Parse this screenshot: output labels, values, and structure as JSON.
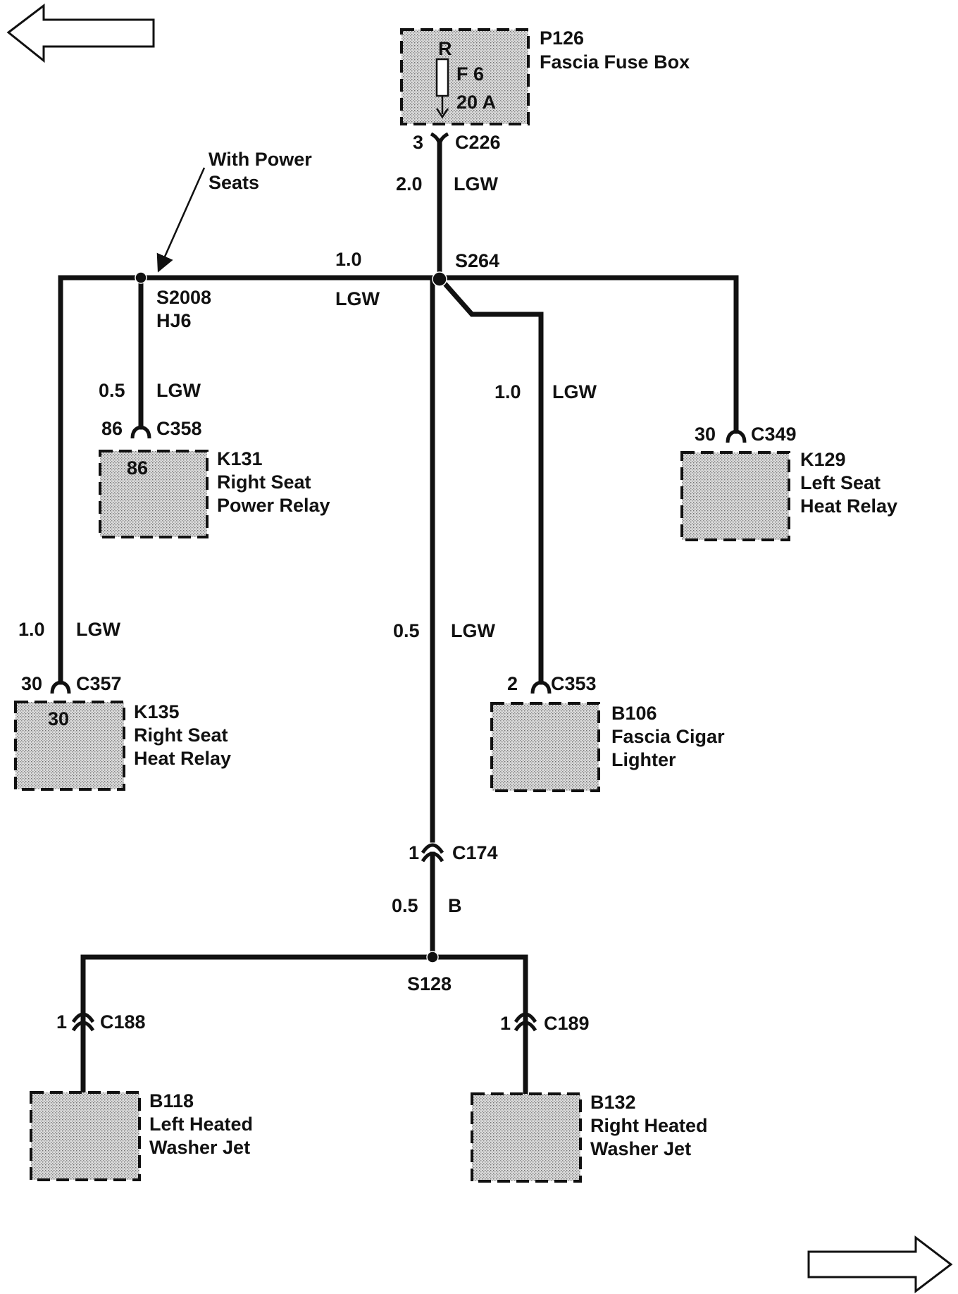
{
  "navigation": {
    "prev_arrow_icon": "left-arrow-icon",
    "next_arrow_icon": "right-arrow-icon"
  },
  "fuse_box": {
    "id": "P126",
    "name": "Fascia Fuse Box",
    "terminal": "R",
    "fuse": "F 6",
    "rating": "20 A"
  },
  "connectors": {
    "c226": {
      "pin": "3",
      "id": "C226"
    },
    "c358": {
      "pin": "86",
      "id": "C358"
    },
    "c357": {
      "pin": "30",
      "id": "C357"
    },
    "c349": {
      "pin": "30",
      "id": "C349"
    },
    "c353": {
      "pin": "2",
      "id": "C353"
    },
    "c174": {
      "pin": "1",
      "id": "C174"
    },
    "c188": {
      "pin": "1",
      "id": "C188"
    },
    "c189": {
      "pin": "1",
      "id": "C189"
    }
  },
  "wires": {
    "main_feed": {
      "size": "2.0",
      "color": "LGW"
    },
    "top_bus": {
      "size": "1.0",
      "color": "LGW"
    },
    "k131_feed": {
      "size": "0.5",
      "color": "LGW"
    },
    "k135_feed": {
      "size": "1.0",
      "color": "LGW"
    },
    "center_drop": {
      "size": "0.5",
      "color": "LGW"
    },
    "cigar_feed": {
      "size": "1.0",
      "color": "LGW"
    },
    "washer_feed": {
      "size": "0.5",
      "color": "B"
    }
  },
  "splices": {
    "s264": "S264",
    "s2008": "S2008",
    "s2008_sub": "HJ6",
    "s128": "S128"
  },
  "note": {
    "line1": "With Power",
    "line2": "Seats"
  },
  "components": {
    "k131": {
      "id": "K131",
      "line1": "Right Seat",
      "line2": "Power Relay",
      "pin": "86"
    },
    "k135": {
      "id": "K135",
      "line1": "Right Seat",
      "line2": "Heat Relay",
      "pin": "30"
    },
    "k129": {
      "id": "K129",
      "line1": "Left Seat",
      "line2": "Heat Relay"
    },
    "b106": {
      "id": "B106",
      "line1": "Fascia Cigar",
      "line2": "Lighter"
    },
    "b118": {
      "id": "B118",
      "line1": "Left Heated",
      "line2": "Washer Jet"
    },
    "b132": {
      "id": "B132",
      "line1": "Right Heated",
      "line2": "Washer Jet"
    }
  }
}
